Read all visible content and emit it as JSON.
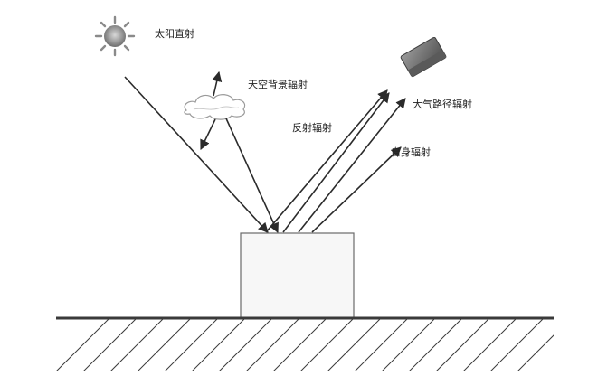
{
  "labels": {
    "solar_direct": "太阳直射",
    "sky_background": "天空背景辐射",
    "reflected": "反射辐射",
    "path_radiance": "大气路径辐射",
    "self_emission": "自身辐射"
  },
  "icons": {
    "sun": "sun-icon",
    "cloud": "cloud-icon",
    "sensor": "satellite-sensor-icon"
  },
  "colors": {
    "line": "#2b2b2b",
    "ground": "#3a3a3a",
    "target_fill": "#f7f7f7"
  }
}
